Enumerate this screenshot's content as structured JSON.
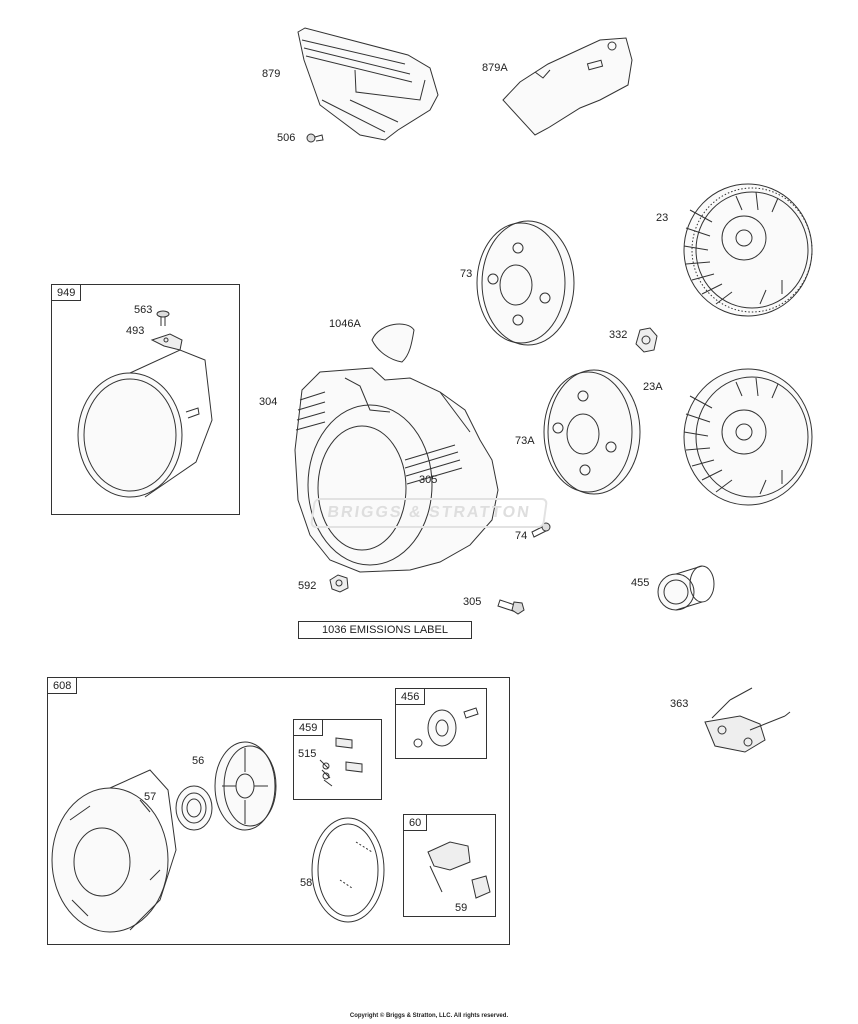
{
  "parts": {
    "p879": "879",
    "p879A": "879A",
    "p506": "506",
    "p23": "23",
    "p73": "73",
    "p1046A": "1046A",
    "p332": "332",
    "p23A": "23A",
    "p304": "304",
    "p73A": "73A",
    "p305a": "305",
    "p74": "74",
    "p592": "592",
    "p305b": "305",
    "p455": "455",
    "p563": "563",
    "p493": "493",
    "p363": "363",
    "p56": "56",
    "p57": "57",
    "p515": "515",
    "p58": "58",
    "p59": "59"
  },
  "boxes": {
    "b949": "949",
    "b608": "608",
    "b459": "459",
    "b456": "456",
    "b60": "60"
  },
  "emissions_label": "1036 EMISSIONS LABEL",
  "watermark": "BRIGGS & STRATTON",
  "copyright": "Copyright © Briggs & Stratton, LLC. All rights reserved."
}
